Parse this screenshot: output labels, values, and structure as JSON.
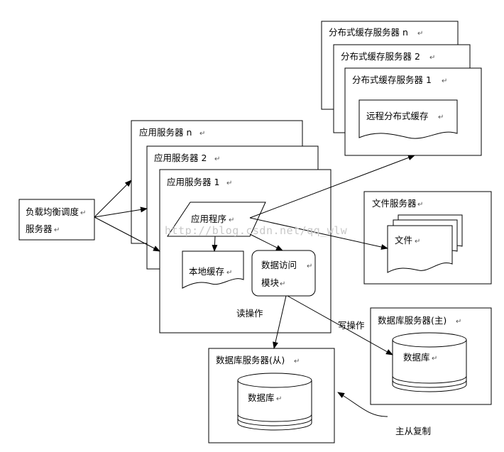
{
  "diagram": {
    "return_mark": "↵",
    "load_balancer": {
      "line1": "负载均衡调度",
      "line2": "服务器"
    },
    "app_servers": [
      {
        "title": "应用服务器 n"
      },
      {
        "title": "应用服务器 2"
      },
      {
        "title": "应用服务器 1"
      }
    ],
    "app_program": "应用程序",
    "local_cache": "本地缓存",
    "data_access": {
      "line1": "数据访问",
      "line2": "模块"
    },
    "cache_servers": [
      {
        "title": "分布式缓存服务器 n"
      },
      {
        "title": "分布式缓存服务器 2"
      },
      {
        "title": "分布式缓存服务器 1"
      }
    ],
    "remote_cache": "远程分布式缓存",
    "file_server": {
      "title": "文件服务器",
      "file_label": "文件"
    },
    "db_master": {
      "title": "数据库服务器(主)",
      "db_label": "数据库"
    },
    "db_slave": {
      "title": "数据库服务器(从)",
      "db_label": "数据库"
    },
    "edge_labels": {
      "read": "读操作",
      "write": "写操作",
      "replication": "主从复制"
    },
    "watermark": "http://blog.csdn.net/qq_wlw"
  }
}
